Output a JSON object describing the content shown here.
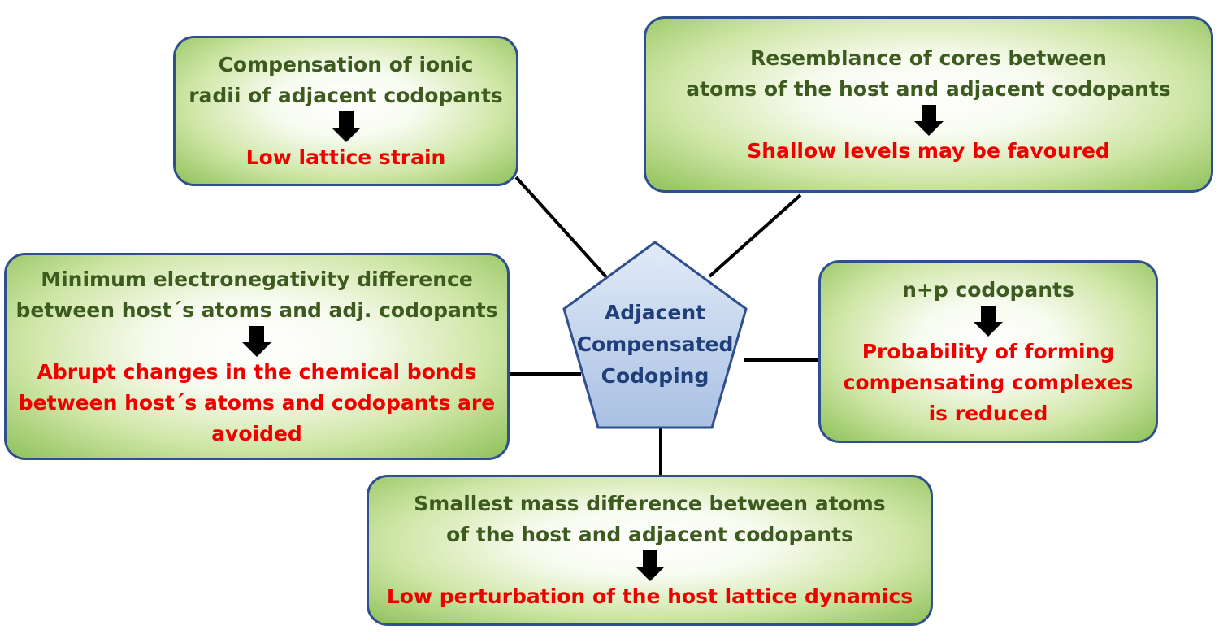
{
  "center": {
    "lines": [
      "Adjacent",
      "Compensated",
      "Codoping"
    ]
  },
  "boxes": {
    "ionic": {
      "premise": [
        "Compensation of ionic",
        "radii of adjacent codopants"
      ],
      "result": [
        "Low lattice strain"
      ]
    },
    "cores": {
      "premise": [
        "Resemblance of cores between",
        "atoms of the host and adjacent codopants"
      ],
      "result": [
        "Shallow levels may be favoured"
      ]
    },
    "electronegativity": {
      "premise": [
        "Minimum electronegativity difference",
        "between host´s atoms and adj. codopants"
      ],
      "result": [
        "Abrupt changes in the chemical bonds",
        "between host´s atoms and codopants are",
        "avoided"
      ]
    },
    "np": {
      "premise": [
        "n+p codopants"
      ],
      "result": [
        "Probability of forming",
        "compensating complexes",
        "is reduced"
      ]
    },
    "mass": {
      "premise": [
        "Smallest mass difference between atoms",
        "of the host and adjacent codopants"
      ],
      "result": [
        "Low perturbation of the host lattice dynamics"
      ]
    }
  },
  "colors": {
    "premise_text": "#3d5a1f",
    "result_text": "#ee0000",
    "center_text": "#1f3f7a",
    "box_border": "#2f4f8f",
    "connector": "#000000",
    "pentagon_fill": "#c5d6ef",
    "arrow": "#000000"
  },
  "icons": {
    "implication": "down-arrow-icon"
  }
}
